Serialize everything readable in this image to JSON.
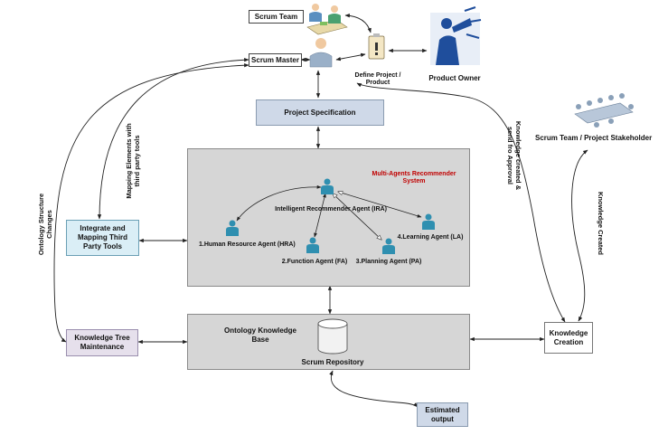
{
  "nodes": {
    "scrum_team": "Scrum Team",
    "scrum_master": "Scrum Master",
    "define_project": "Define Project /\nProduct",
    "product_owner": "Product Owner",
    "project_specification": "Project Specification",
    "multi_agents": "Multi-Agents Recommender\nSystem",
    "ira": "Intelligent Recommender Agent (IRA)",
    "hra": "1.Human Resource Agent (HRA)",
    "fa": "2.Function Agent (FA)",
    "pa": "3.Planning Agent (PA)",
    "la": "4.Learning Agent (LA)",
    "integrate_tools": "Integrate and\nMapping Third\nParty Tools",
    "ontology_kb": "Ontology Knowledge\nBase",
    "scrum_repository": "Scrum Repository",
    "knowledge_tree": "Knowledge Tree\nMaintenance",
    "knowledge_creation": "Knowledge\nCreation",
    "estimated_output": "Estimated\noutput",
    "stakeholder": "Scrum Team / Project Stakeholder"
  },
  "edge_labels": {
    "mapping_elements": "Mapping Elements with\nthird party tools",
    "ontology_changes": "Ontology Structure\nChanges",
    "knowledge_approval": "Knowledge created &\nsend fro Approval",
    "knowledge_created": "Knowledge Created"
  },
  "colors": {
    "spec_box": "#cfd9e8",
    "multi_box": "#d6d6d6",
    "ontology_box": "#d6d6d6",
    "integrate_box": "#daeef6",
    "tree_box": "#e6e0ec",
    "estimated_box": "#cfd9e8",
    "multi_title": "#c00000",
    "agent_icon": "#2f8fb0",
    "owner_icon": "#1f4e9c"
  }
}
